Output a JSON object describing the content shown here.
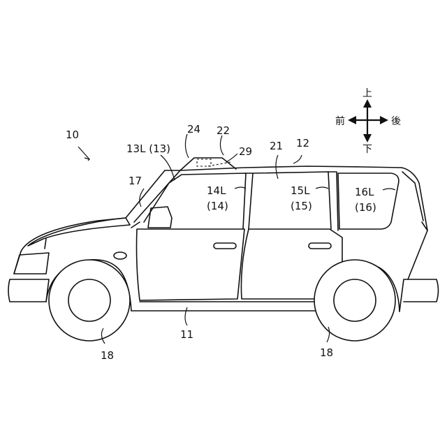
{
  "labels": {
    "vehicle": "10",
    "body": "11",
    "roof": "12",
    "windshield": "13L (13)",
    "front_window_a": "14L",
    "front_window_b": "(14)",
    "rear_window_a": "15L",
    "rear_window_b": "(15)",
    "quarter_window_a": "16L",
    "quarter_window_b": "(16)",
    "a_pillar": "17",
    "front_wheel": "18",
    "rear_wheel": "18",
    "cabin": "21",
    "module": "22",
    "sensor": "24",
    "camera": "29"
  },
  "direction": {
    "up": "上",
    "down": "下",
    "front": "前",
    "rear": "後"
  }
}
